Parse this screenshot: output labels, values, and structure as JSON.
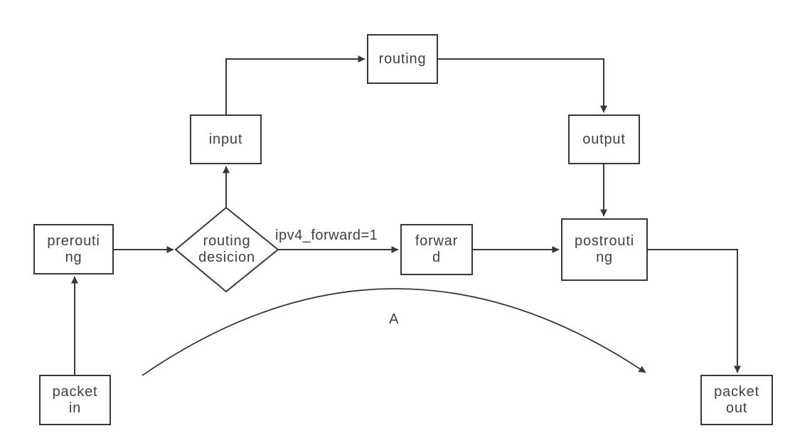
{
  "diagram": {
    "background": "#ffffff",
    "stroke_color": "#383838",
    "text_color": "#3f3f3f",
    "nodes": {
      "packet_in": {
        "label": "packet\nin",
        "shape": "rect"
      },
      "prerouting": {
        "label": "prerouti\nng",
        "shape": "rect"
      },
      "routing_decision": {
        "label": "routing\ndesicion",
        "shape": "diamond"
      },
      "input": {
        "label": "input",
        "shape": "rect"
      },
      "routing": {
        "label": "routing",
        "shape": "rect"
      },
      "output": {
        "label": "output",
        "shape": "rect"
      },
      "forward": {
        "label": "forwar\nd",
        "shape": "rect"
      },
      "postrouting": {
        "label": "postrouti\nng",
        "shape": "rect"
      },
      "packet_out": {
        "label": "packet\nout",
        "shape": "rect"
      }
    },
    "edge_labels": {
      "forward_condition": "ipv4_forward=1",
      "curve_label": "A"
    },
    "edges": [
      {
        "from": "packet_in",
        "to": "prerouting",
        "label": ""
      },
      {
        "from": "prerouting",
        "to": "routing_decision",
        "label": ""
      },
      {
        "from": "routing_decision",
        "to": "input",
        "label": ""
      },
      {
        "from": "input",
        "to": "routing",
        "label": ""
      },
      {
        "from": "routing",
        "to": "output",
        "label": ""
      },
      {
        "from": "output",
        "to": "postrouting",
        "label": ""
      },
      {
        "from": "routing_decision",
        "to": "forward",
        "label": "ipv4_forward=1"
      },
      {
        "from": "forward",
        "to": "postrouting",
        "label": ""
      },
      {
        "from": "postrouting",
        "to": "packet_out",
        "label": ""
      },
      {
        "from": "packet_in_area",
        "to": "packet_out_area",
        "label": "A",
        "style": "curve"
      }
    ]
  }
}
